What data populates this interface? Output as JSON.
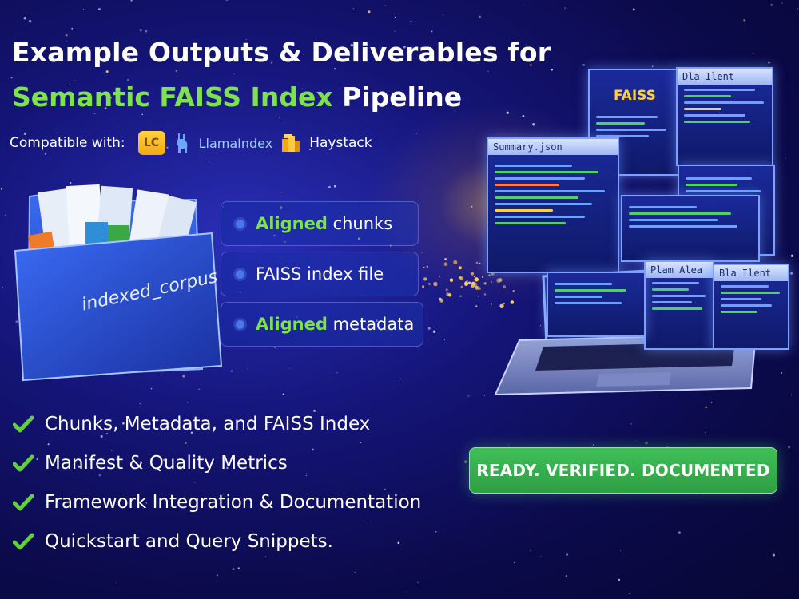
{
  "title": {
    "line1": "Example Outputs & Deliverables for",
    "line2_highlight": "Semantic FAISS Index",
    "line2_rest": " Pipeline"
  },
  "compat": {
    "label": "Compatible with:",
    "langchain_abbr": "LC",
    "llamaindex": "LlamaIndex",
    "haystack": "Haystack"
  },
  "folder": {
    "label": "indexed_corpus"
  },
  "pills": [
    {
      "highlight": "Aligned",
      "rest": " chunks"
    },
    {
      "highlight": "",
      "rest": "FAISS index file"
    },
    {
      "highlight": "Aligned",
      "rest": " metadata"
    }
  ],
  "checklist": [
    "Chunks, Metadata, and FAISS Index",
    "Manifest & Quality Metrics",
    "Framework Integration & Documentation",
    "Quickstart and Query Snippets."
  ],
  "badge": "READY. VERIFIED. DOCUMENTED",
  "screens": {
    "summary_title": "Summary.json",
    "faiss_title": "FAISS",
    "small_title_1": "Dla Ilent",
    "small_title_2": "Plam Alea",
    "small_title_3": "Bla Ilent"
  },
  "colors": {
    "accent_green": "#7ee24b",
    "badge_green": "#3fbf57",
    "background": "#15157a"
  }
}
